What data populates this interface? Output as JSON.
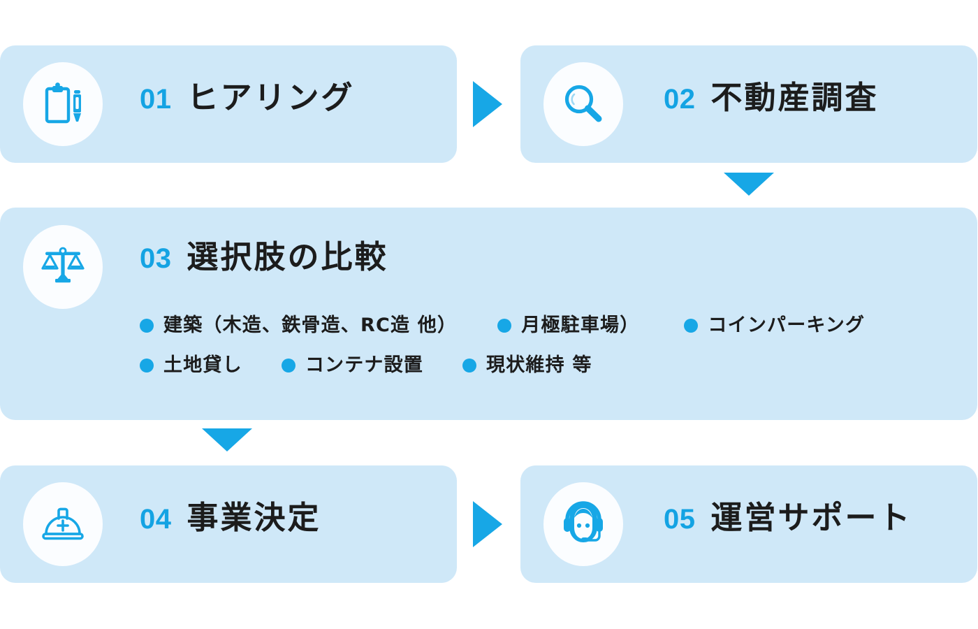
{
  "theme": {
    "card_bg": "#cfe8f8",
    "accent": "#17a7e6",
    "number_color": "#14a3e3",
    "title_color": "#1c1c1c",
    "disc_bg": "#fbfdff",
    "page_bg": "#ffffff"
  },
  "steps": [
    {
      "number": "01",
      "title": "ヒアリング",
      "icon": "clipboard-pen-icon"
    },
    {
      "number": "02",
      "title": "不動産調査",
      "icon": "magnifying-glass-icon"
    },
    {
      "number": "03",
      "title": "選択肢の比較",
      "icon": "balance-scale-icon",
      "options_rows": [
        [
          "建築（木造、鉄骨造、RC造 他）",
          "月極駐車場）",
          "コインパーキング"
        ],
        [
          "土地貸し",
          "コンテナ設置",
          "現状維持 等"
        ]
      ]
    },
    {
      "number": "04",
      "title": "事業決定",
      "icon": "safety-helmet-icon"
    },
    {
      "number": "05",
      "title": "運営サポート",
      "icon": "headset-operator-icon"
    }
  ],
  "connectors": [
    {
      "name": "arrow-right-step01-to-step02",
      "direction": "right"
    },
    {
      "name": "arrow-down-step02-to-step03",
      "direction": "down"
    },
    {
      "name": "arrow-down-step03-to-step04",
      "direction": "down"
    },
    {
      "name": "arrow-right-step04-to-step05",
      "direction": "right"
    }
  ]
}
